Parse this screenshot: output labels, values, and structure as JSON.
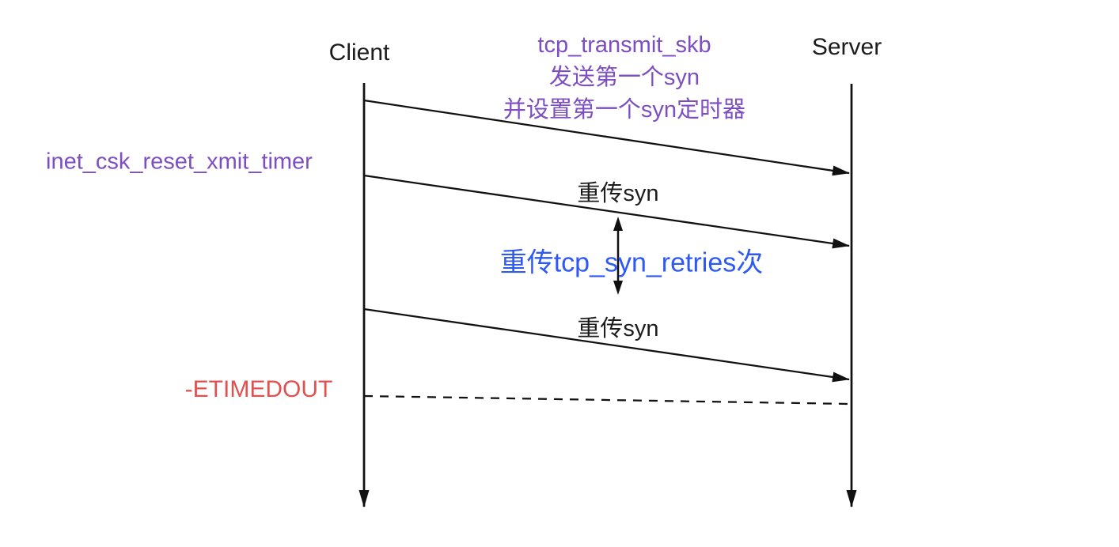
{
  "diagram": {
    "actors": {
      "client": "Client",
      "server": "Server"
    },
    "notes": {
      "top_line1": "tcp_transmit_skb",
      "top_line2": "发送第一个syn",
      "top_line3": "并设置第一个syn定时器",
      "reset_timer": "inet_csk_reset_xmit_timer",
      "retries": "重传tcp_syn_retries次",
      "timeout": "-ETIMEDOUT"
    },
    "messages": {
      "retransmit1": "重传syn",
      "retransmit2": "重传syn"
    },
    "colors": {
      "purple": "#7d4ec0",
      "blue": "#2e59f2",
      "red": "#e05151",
      "line": "#111111"
    }
  }
}
